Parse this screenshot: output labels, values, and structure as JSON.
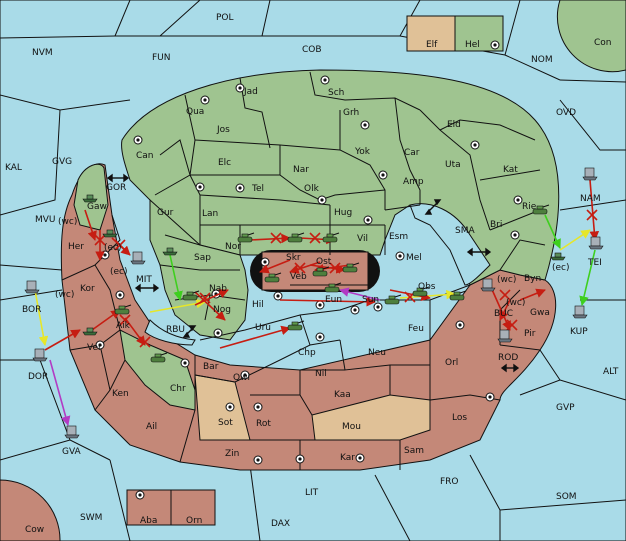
{
  "colors": {
    "sea": "#a9dbe8",
    "green_power": "#9fc490",
    "red_power": "#c48878",
    "neutral": "#e0c197",
    "order_move": "#c61d12",
    "order_support": "#e6e62a",
    "order_convoy": "#3ecf1e",
    "order_retreat": "#b23bc4"
  },
  "labels": {
    "POL": "POL",
    "NVM": "NVM",
    "FUN": "FUN",
    "COB": "COB",
    "NOM": "NOM",
    "Con": "Con",
    "Elf": "Elf",
    "Hel": "Hel",
    "OVD": "OVD",
    "KAL": "KAL",
    "GVG": "GVG",
    "MVU": "MVU",
    "BOR": "BOR",
    "DOR": "DOR",
    "GVA": "GVA",
    "Cow": "Cow",
    "SWM": "SWM",
    "Aba": "Aba",
    "Orn": "Orn",
    "DAX": "DAX",
    "LIT": "LIT",
    "FRO": "FRO",
    "SOM": "SOM",
    "GVP": "GVP",
    "ALT": "ALT",
    "KUP": "KUP",
    "TEI": "TEI",
    "NAM": "NAM",
    "ROD": "ROD",
    "BUC": "BUC",
    "SMA": "SMA",
    "GOR": "GOR",
    "MIT": "MIT",
    "RBU": "RBU",
    "Jad": "Jad",
    "Sch": "Sch",
    "Qua": "Qua",
    "Grh": "Grh",
    "Jos": "Jos",
    "Eld": "Eld",
    "Can": "Can",
    "Yok": "Yok",
    "Car": "Car",
    "Elc": "Elc",
    "Nar": "Nar",
    "Uta": "Uta",
    "Amp": "Amp",
    "Kat": "Kat",
    "Tel": "Tel",
    "Olk": "Olk",
    "Gur": "Gur",
    "Lan": "Lan",
    "Hug": "Hug",
    "Rie": "Rie",
    "Bri": "Bri",
    "Esm": "Esm",
    "Vil": "Vil",
    "Nor": "Nor",
    "Skr": "Skr",
    "Sap": "Sap",
    "Ost": "Ost",
    "Mel": "Mel",
    "Byn": "Byn",
    "Veb": "Veb",
    "Obs": "Obs",
    "Nab": "Nab",
    "Hil": "Hil",
    "Eun": "Eun",
    "Sun": "Sun",
    "Gwa": "Gwa",
    "Nog": "Nog",
    "Uru": "Uru",
    "Feu": "Feu",
    "Pir": "Pir",
    "Gaw": "Gaw",
    "Her": "Her",
    "Kor": "Kor",
    "Aik": "Aik",
    "Ver": "Ver",
    "Ken": "Ken",
    "Chr": "Chr",
    "Chp": "Chp",
    "Neu": "Neu",
    "Orl": "Orl",
    "Bar": "Bar",
    "Qwi": "Qwi",
    "Nil": "Nil",
    "Kaa": "Kaa",
    "Sot": "Sot",
    "Rot": "Rot",
    "Mou": "Mou",
    "Los": "Los",
    "Ail": "Ail",
    "Zin": "Zin",
    "Kar": "Kar",
    "Sam": "Sam",
    "wc1": "(wc)",
    "ec1": "(ec)",
    "ec2": "(ec)",
    "wc2": "(wc)",
    "wc3": "(wc)",
    "wc4": "(wc)",
    "ec3": "(ec)"
  }
}
